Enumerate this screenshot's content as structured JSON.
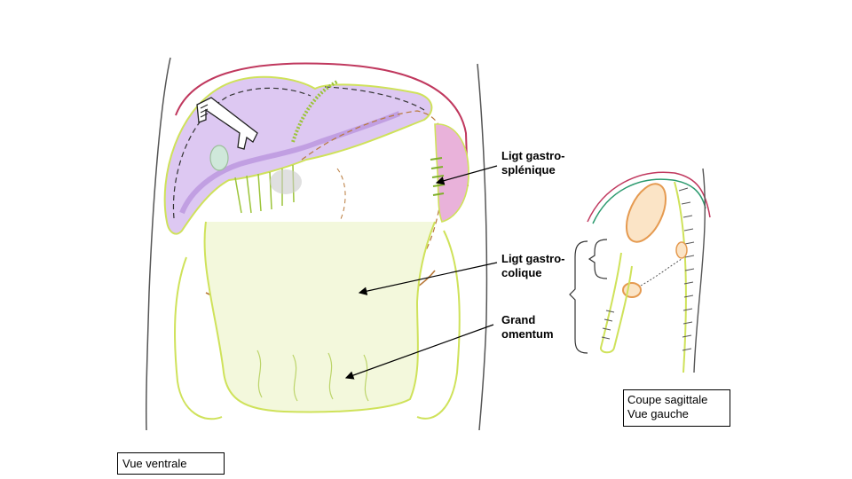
{
  "labels": {
    "gastro_splenic": "Ligt gastro-\nsplénique",
    "gastro_colic": "Ligt gastro-\ncolique",
    "greater_omentum": "Grand\nomentum"
  },
  "boxes": {
    "ventral_view": "Vue ventrale",
    "sagittal_line1": "Coupe sagittale",
    "sagittal_line2": "Vue gauche"
  },
  "colors": {
    "liver": "#c7a6e6",
    "peritoneum": "#cfe25a",
    "diaphragm": "#c0385e",
    "spleen": "#d97fc0",
    "colon_dash": "#b8793a",
    "sagittal_wall": "#2b9a6e",
    "organ_orange": "#e59a50"
  }
}
